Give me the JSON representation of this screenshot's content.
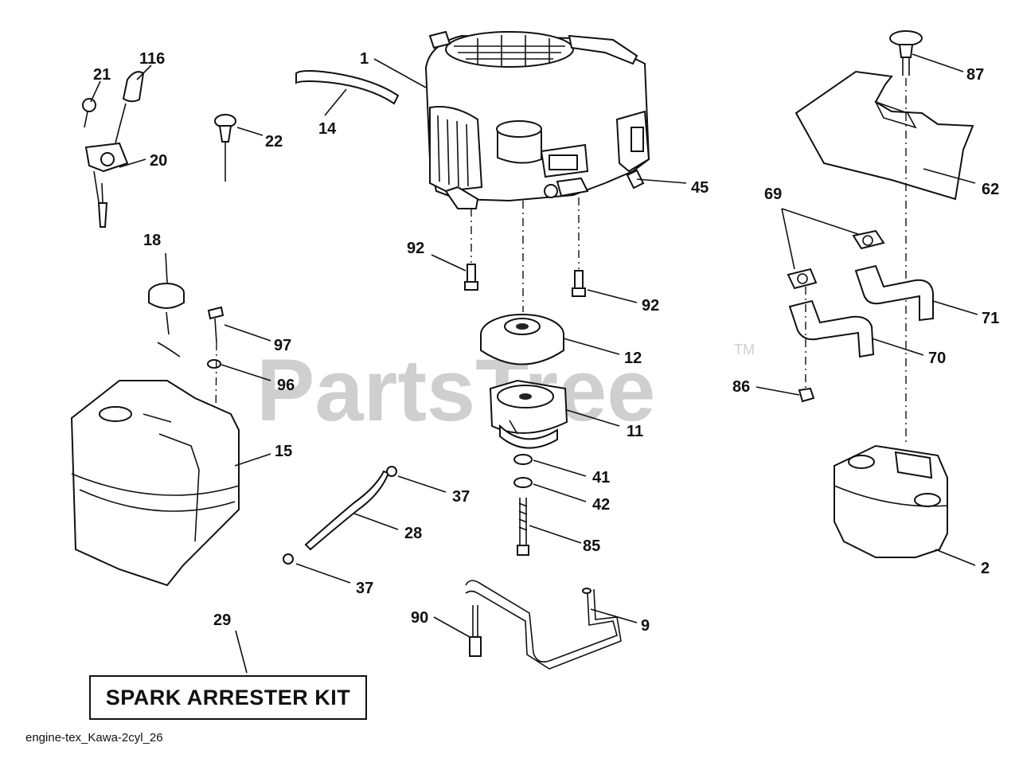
{
  "watermark": {
    "text": "PartsTree",
    "mark": "TM"
  },
  "kit_label": "SPARK ARRESTER KIT",
  "file_name": "engine-tex_Kawa-2cyl_26",
  "callouts": {
    "c1": "1",
    "c2": "2",
    "c9": "9",
    "c11": "11",
    "c12": "12",
    "c14": "14",
    "c15": "15",
    "c18": "18",
    "c20": "20",
    "c21": "21",
    "c22": "22",
    "c28": "28",
    "c29": "29",
    "c37a": "37",
    "c37b": "37",
    "c41": "41",
    "c42": "42",
    "c45": "45",
    "c62": "62",
    "c69": "69",
    "c70": "70",
    "c71": "71",
    "c85": "85",
    "c86": "86",
    "c87": "87",
    "c90": "90",
    "c92a": "92",
    "c92b": "92",
    "c96": "96",
    "c97": "97",
    "c116": "116"
  }
}
